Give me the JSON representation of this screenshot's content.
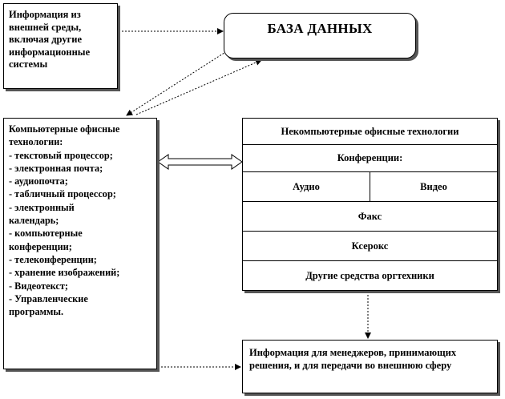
{
  "external_info": {
    "text": "Информация из внешней среды, включая другие информационные системы"
  },
  "database": {
    "title": "БАЗА  ДАННЫХ"
  },
  "computer_tech": {
    "lines": [
      "Компьютерные офисные",
      "технологии:",
      "- текстовый процессор;",
      "- электронная почта;",
      "- аудиопочта;",
      "- табличный процессор;",
      "- электронный",
      "календарь;",
      "- компьютерные",
      "конференции;",
      "- телеконференции;",
      "- хранение изображений;",
      "- Видеотекст;",
      "- Управленческие",
      "программы."
    ]
  },
  "noncomputer_tech": {
    "header": "Некомпьютерные офисные технологии",
    "conferences": "Конференции:",
    "audio": "Аудио",
    "video": "Видео",
    "fax": "Факс",
    "xerox": "Ксерокс",
    "other": "Другие средства оргтехники"
  },
  "output": {
    "text": "Информация для менеджеров, принимающих решения, и для передачи во внешнюю сферу"
  }
}
